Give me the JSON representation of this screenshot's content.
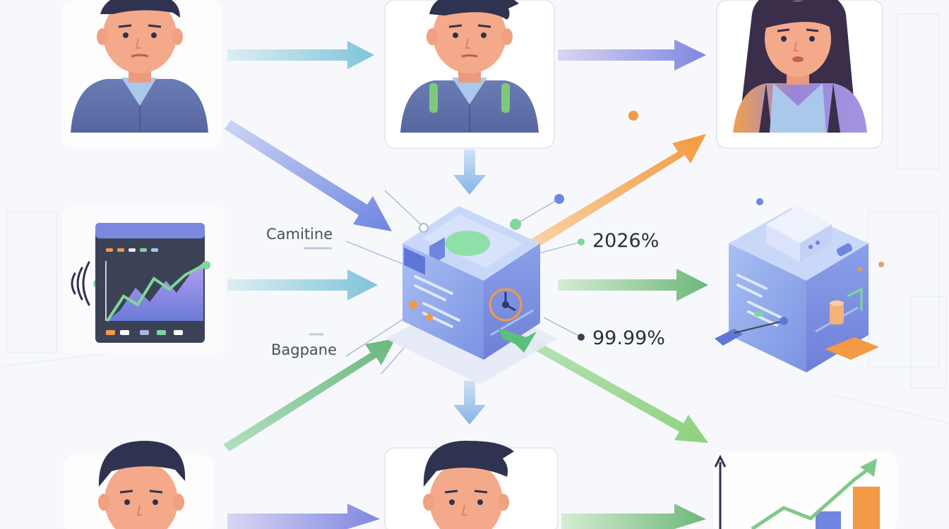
{
  "diagram": {
    "labels": {
      "left_top": "Camitine",
      "left_bottom": "Bagpane",
      "right_top": "2026%",
      "right_bottom": "99.99%"
    },
    "colors": {
      "background": "#f7f8fc",
      "card": "#ffffff",
      "skin": "#f4a98a",
      "hair": "#2f3350",
      "shirt_blue": "#5d6fa8",
      "collar": "#a9c8ea",
      "arrow_blue": "#7d95dc",
      "arrow_teal": "#8fc9dd",
      "arrow_green": "#8acb8e",
      "arrow_orange": "#f3a650",
      "hub_blue": "#8aa6ea",
      "hub_top": "#c9d8f8",
      "accent_green": "#7fd79a",
      "accent_orange": "#f29a45",
      "chart_purple": "#9b8fe0"
    },
    "icons": [
      "person-avatar-icon",
      "server-cube-icon",
      "analytics-monitor-icon",
      "bar-chart-icon",
      "signal-waves-icon"
    ]
  }
}
